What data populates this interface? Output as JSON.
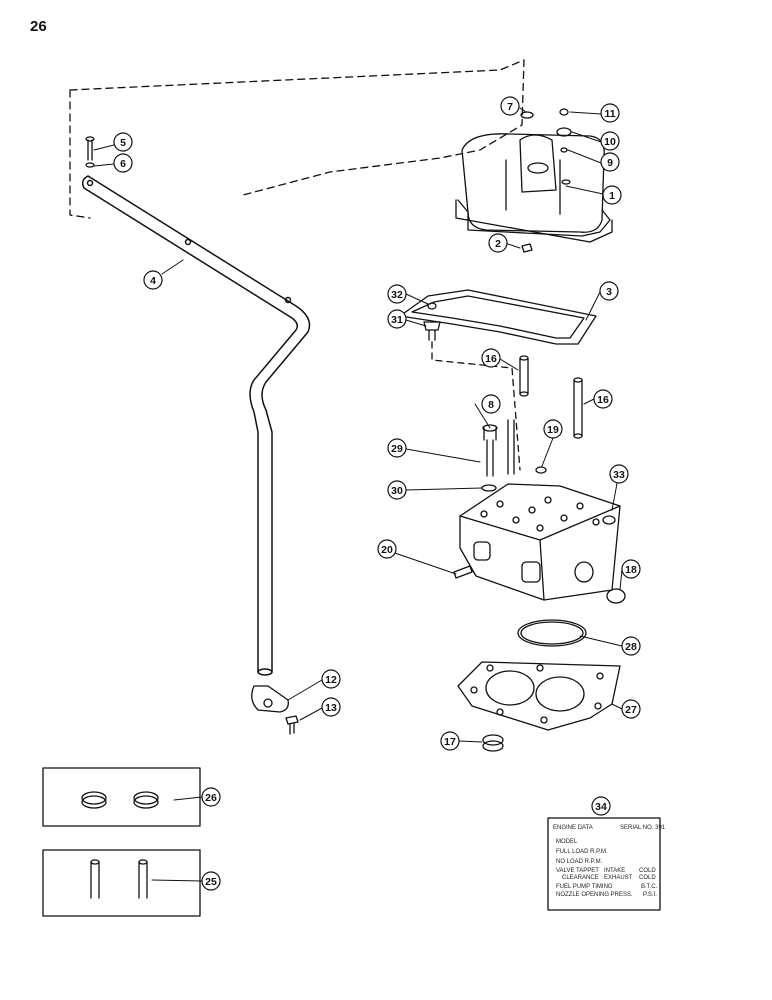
{
  "page_number": "26",
  "callouts": [
    {
      "id": "c1",
      "label": "1"
    },
    {
      "id": "c2",
      "label": "2"
    },
    {
      "id": "c3",
      "label": "3"
    },
    {
      "id": "c4",
      "label": "4"
    },
    {
      "id": "c5",
      "label": "5"
    },
    {
      "id": "c6",
      "label": "6"
    },
    {
      "id": "c7",
      "label": "7"
    },
    {
      "id": "c8",
      "label": "8"
    },
    {
      "id": "c9",
      "label": "9"
    },
    {
      "id": "c10",
      "label": "10"
    },
    {
      "id": "c11",
      "label": "11"
    },
    {
      "id": "c12",
      "label": "12"
    },
    {
      "id": "c13",
      "label": "13"
    },
    {
      "id": "c16a",
      "label": "16"
    },
    {
      "id": "c16b",
      "label": "16"
    },
    {
      "id": "c17",
      "label": "17"
    },
    {
      "id": "c18",
      "label": "18"
    },
    {
      "id": "c19",
      "label": "19"
    },
    {
      "id": "c20",
      "label": "20"
    },
    {
      "id": "c25",
      "label": "25"
    },
    {
      "id": "c26",
      "label": "26"
    },
    {
      "id": "c27",
      "label": "27"
    },
    {
      "id": "c28",
      "label": "28"
    },
    {
      "id": "c29",
      "label": "29"
    },
    {
      "id": "c30",
      "label": "30"
    },
    {
      "id": "c31",
      "label": "31"
    },
    {
      "id": "c32",
      "label": "32"
    },
    {
      "id": "c33",
      "label": "33"
    },
    {
      "id": "c34",
      "label": "34"
    }
  ],
  "engine_plate": {
    "title": "ENGINE DATA",
    "serial": "SERIAL NO. 391",
    "rows": [
      {
        "left": "MODEL",
        "mid": "",
        "right": ""
      },
      {
        "left": "FULL LOAD R.P.M.",
        "mid": "",
        "right": ""
      },
      {
        "left": "NO LOAD R.P.M.",
        "mid": "",
        "right": ""
      },
      {
        "left": "VALVE TAPPET",
        "mid": "INTAKE",
        "right": "COLD"
      },
      {
        "left": "CLEARANCE",
        "mid": "EXHAUST",
        "right": "COLD"
      },
      {
        "left": "FUEL PUMP TIMING",
        "mid": "",
        "right": "B.T.C."
      },
      {
        "left": "NOZZLE OPENING PRESS.",
        "mid": "",
        "right": "P.S.I."
      }
    ]
  }
}
